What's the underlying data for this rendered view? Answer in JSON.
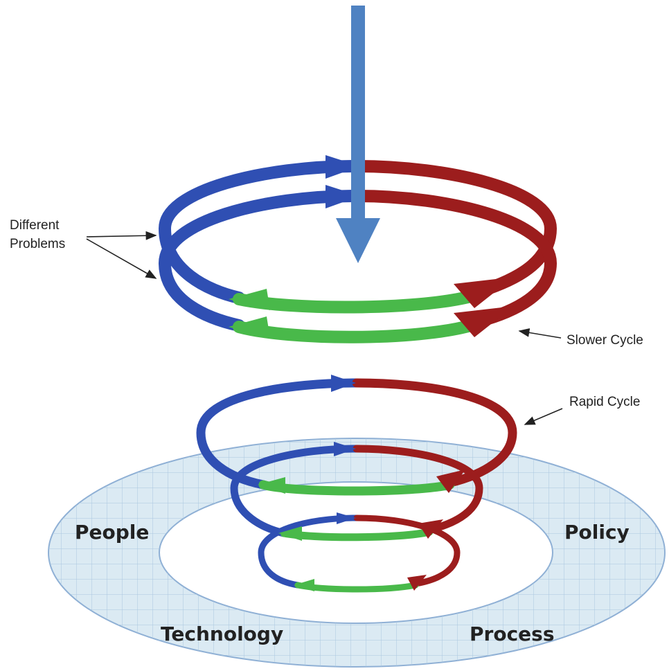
{
  "labels": {
    "different_problems_line1": "Different",
    "different_problems_line2": "Problems",
    "slower_cycle": "Slower Cycle",
    "rapid_cycle": "Rapid Cycle"
  },
  "base_quadrants": {
    "people": "People",
    "policy": "Policy",
    "technology": "Technology",
    "process": "Process"
  },
  "colors": {
    "blue": "#2f4fb3",
    "red": "#9c1d1d",
    "green": "#49b94a",
    "arrow_blue": "#4f82c2",
    "disc_fill": "#dbeaf3",
    "disc_stroke": "#8fb0d5"
  }
}
